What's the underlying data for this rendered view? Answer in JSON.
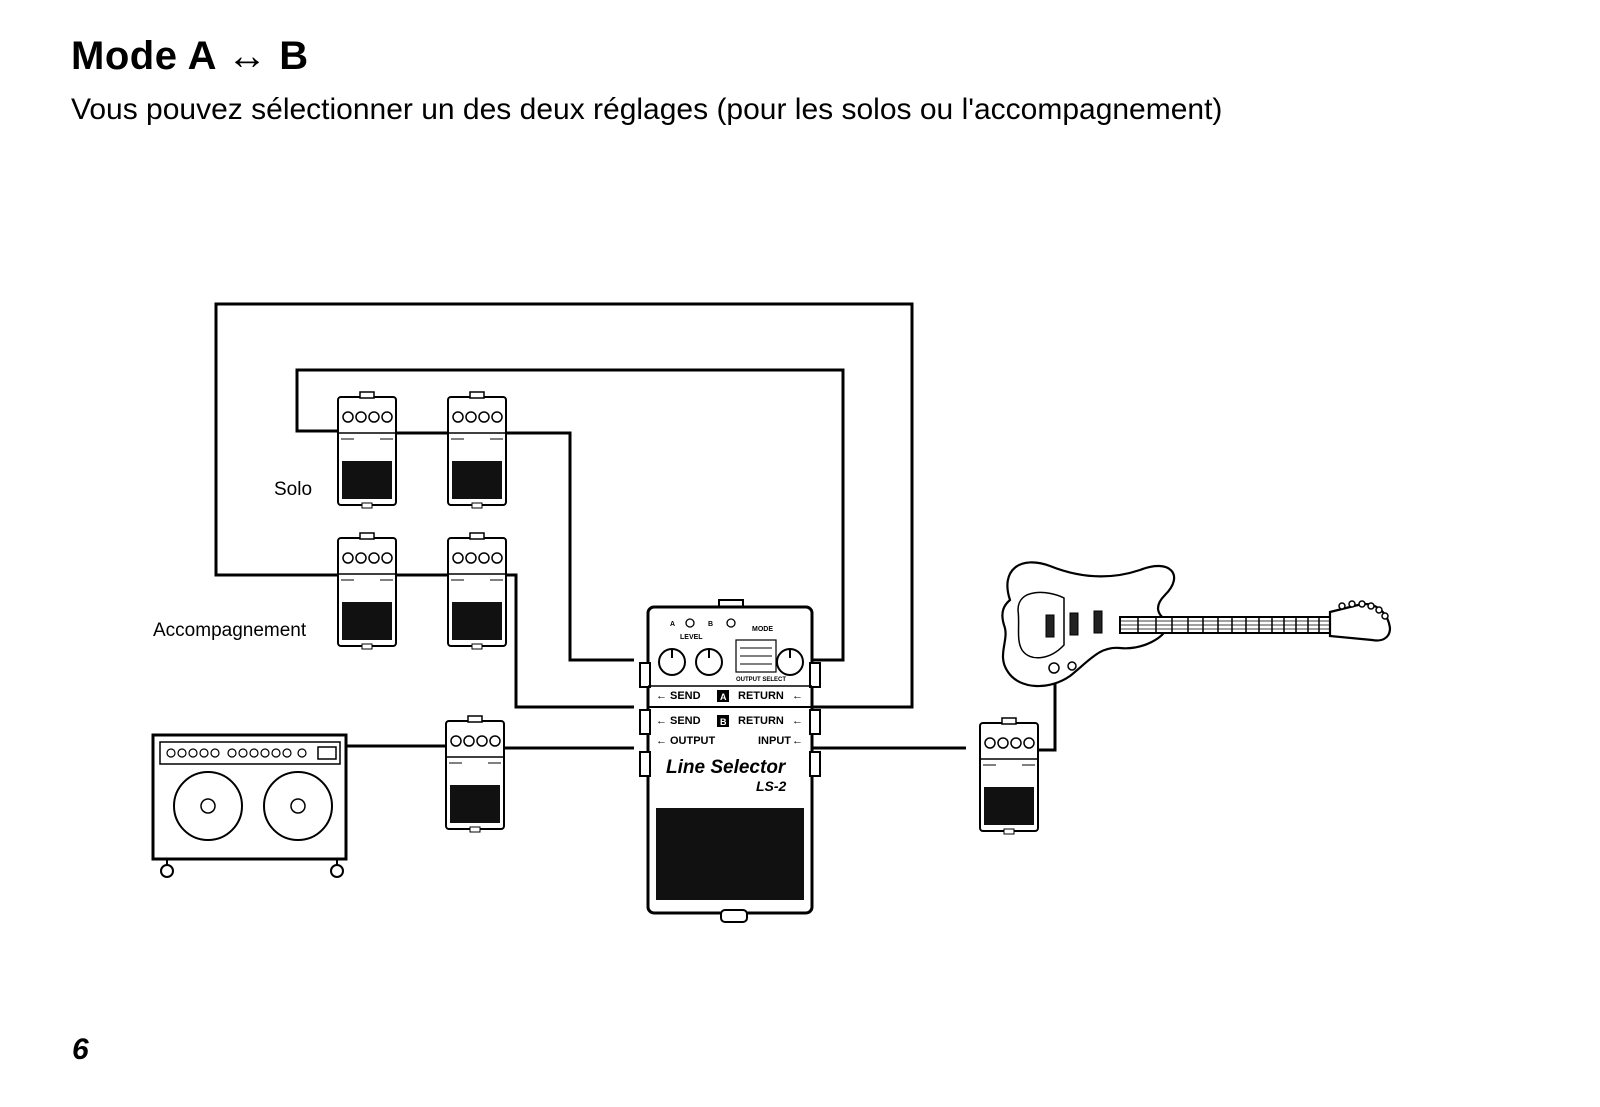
{
  "page": {
    "title": "Mode A ↔ B",
    "subtitle": "Vous pouvez sélectionner un des deux réglages (pour les solos ou l'accompagnement)",
    "page_number": "6"
  },
  "labels": {
    "solo": "Solo",
    "accompaniment": "Accompagnement"
  },
  "ls2": {
    "name": "Line Selector",
    "model": "LS-2",
    "send_a": "SEND",
    "return_a": "RETURN",
    "send_b": "SEND",
    "return_b": "RETURN",
    "output": "OUTPUT",
    "input": "INPUT",
    "badge_a": "A",
    "badge_b": "B",
    "level": "LEVEL",
    "mode": "MODE",
    "output_select": "OUTPUT SELECT",
    "knob_a": "A",
    "knob_b": "B"
  }
}
